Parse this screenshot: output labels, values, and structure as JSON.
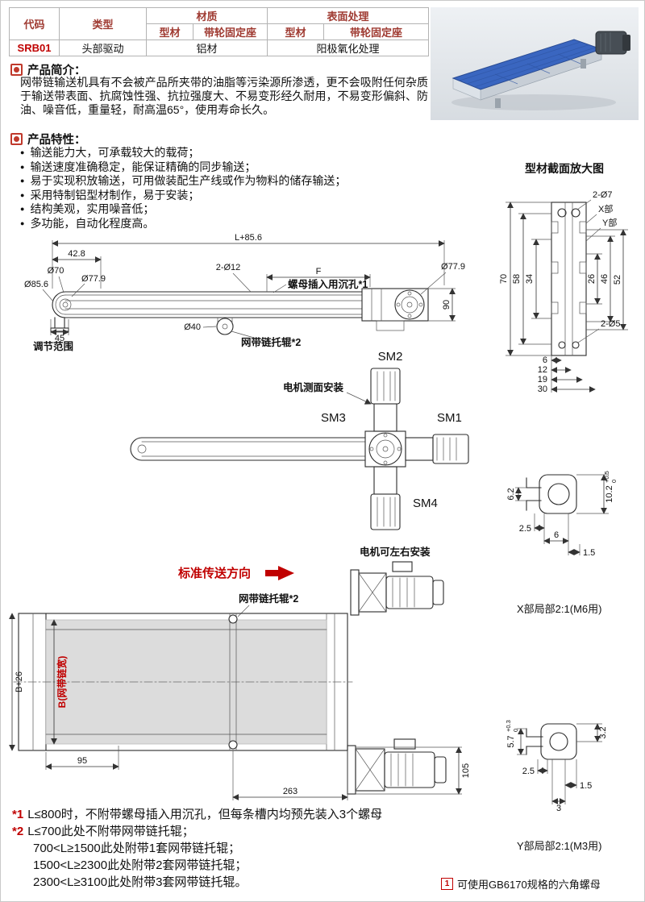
{
  "colors": {
    "accent_red": "#c00000",
    "table_header_red": "#9f3a31",
    "line": "#2b2b2b"
  },
  "spec_table": {
    "h_code": "代码",
    "h_type": "类型",
    "h_material": "材质",
    "h_surface": "表面处理",
    "h_profile_m": "型材",
    "h_seat_m": "带轮固定座",
    "h_profile_s": "型材",
    "h_seat_s": "带轮固定座",
    "row": {
      "code": "SRB01",
      "type": "头部驱动",
      "material": "铝材",
      "surface": "阳极氧化处理"
    }
  },
  "intro": {
    "heading": "产品简介：",
    "body": "网带链输送机具有不会被产品所夹带的油脂等污染源所渗透，更不会吸附任何杂质于输送带表面、抗腐蚀性强、抗拉强度大、不易变形经久耐用，不易变形偏斜、防油、噪音低，重量轻，耐高温65°，使用寿命长久。"
  },
  "features": {
    "heading": "产品特性：",
    "bullet": "●",
    "items": [
      "输送能力大，可承载较大的载荷；",
      "输送速度准确稳定，能保证精确的同步输送；",
      "易于实现积放输送，可用做装配生产线或作为物料的储存输送；",
      "采用特制铝型材制作，易于安装；",
      "结构美观，实用噪音低；",
      "多功能，自动化程度高。"
    ]
  },
  "side_view": {
    "labels": {
      "total_len": "L+85.6",
      "d428": "42.8",
      "holes": "2-Ø12",
      "f": "F",
      "counterbore": "螺母插入用沉孔*1",
      "dia779_r": "Ø77.9",
      "dia70": "Ø70",
      "dia779_l": "Ø77.9",
      "dia856": "Ø85.6",
      "d90": "90",
      "d45": "45",
      "adjust_range": "调节范围",
      "dia40": "Ø40",
      "roller": "网带链托辊*2"
    }
  },
  "motor_view": {
    "labels": {
      "sm1": "SM1",
      "sm2": "SM2",
      "sm3": "SM3",
      "sm4": "SM4",
      "side_mount": "电机测面安装"
    }
  },
  "top_view": {
    "labels": {
      "motor_lr": "电机可左右安装",
      "direction": "标准传送方向",
      "roller": "网带链托辊*2",
      "b_plus": "B+26",
      "b_width": "B(网带链宽)",
      "d95": "95",
      "d263": "263",
      "d105": "105"
    }
  },
  "section_view": {
    "title": "型材截面放大图",
    "labels": {
      "holes_top": "2-Ø7",
      "x_part": "X部",
      "y_part": "Y部",
      "d70": "70",
      "d58": "58",
      "d34": "34",
      "d26": "26",
      "d46": "46",
      "d52": "52",
      "holes_bottom": "2-Ø5",
      "d6": "6",
      "d12": "12",
      "d19": "19",
      "d30": "30"
    }
  },
  "x_detail": {
    "caption": "X部局部2:1(M6用)",
    "labels": {
      "d62": "6.2",
      "d102": "10.2",
      "tol_up": "+0.5",
      "tol_dn": "0",
      "d25": "2.5",
      "d6": "6",
      "d15": "1.5"
    }
  },
  "y_detail": {
    "caption": "Y部局部2:1(M3用)",
    "labels": {
      "d57": "5.7",
      "tol_up": "+0.3",
      "tol_dn": "0",
      "d32": "3.2",
      "d25": "2.5",
      "d15": "1.5",
      "d3": "3"
    }
  },
  "footnotes": {
    "n1_marker": "*1",
    "n1_text": "L≤800时，不附带螺母插入用沉孔，但每条槽内均预先装入3个螺母",
    "n2_marker": "*2",
    "n2_line1": "L≤700此处不附带网带链托辊；",
    "n2_line2": "700<L≥1500此处附带1套网带链托辊；",
    "n2_line3": "1500<L≥2300此处附带2套网带链托辊；",
    "n2_line4": "2300<L≥3100此处附带3套网带链托辊。"
  },
  "note": {
    "icon": "1",
    "text": "可使用GB6170规格的六角螺母"
  }
}
